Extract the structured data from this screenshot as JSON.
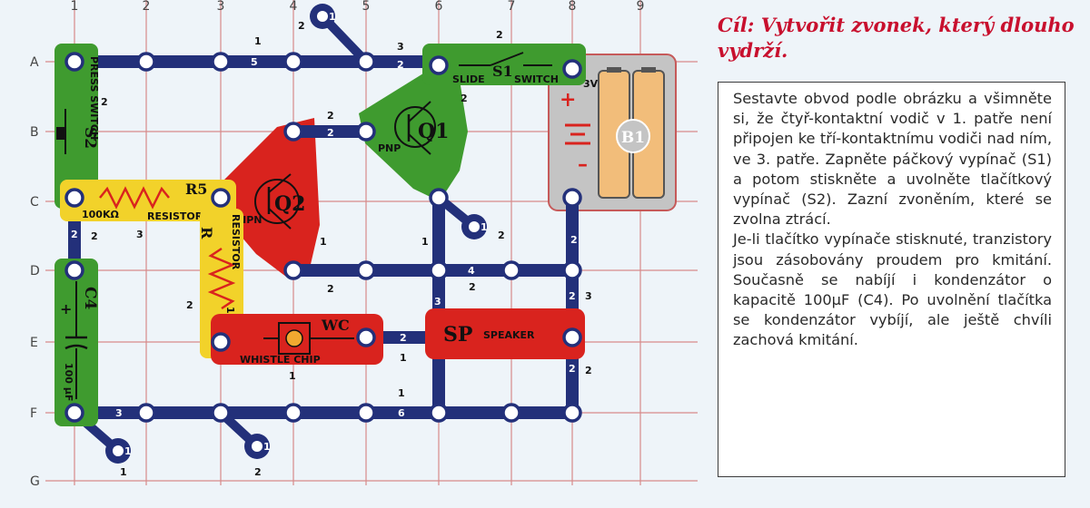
{
  "grid": {
    "columns": [
      "1",
      "2",
      "3",
      "4",
      "5",
      "6",
      "7",
      "8",
      "9"
    ],
    "rows": [
      "A",
      "B",
      "C",
      "D",
      "E",
      "F",
      "G"
    ]
  },
  "components": {
    "s2": {
      "label": "S2",
      "text": "PRESS SWITCH"
    },
    "s1": {
      "label": "S1",
      "text_left": "SLIDE",
      "text_right": "SWITCH"
    },
    "q1": {
      "label": "Q1",
      "type": "PNP"
    },
    "q2": {
      "label": "Q2",
      "type": "NPN"
    },
    "r5": {
      "label": "R5",
      "value": "100KΩ",
      "text": "RESISTOR"
    },
    "r": {
      "label": "R",
      "value": "1KΩ",
      "text": "RESISTOR"
    },
    "c4": {
      "label": "C4",
      "value": "100 µF",
      "plus": "+"
    },
    "wc": {
      "label": "WC",
      "text": "WHISTLE CHIP"
    },
    "sp": {
      "label": "SP",
      "text": "SPEAKER"
    },
    "b1": {
      "label": "B1",
      "voltage": "3V",
      "plus": "+",
      "minus": "–"
    },
    "jumper": "1"
  },
  "wire_numbers": {
    "a5": "5",
    "a1": "1",
    "a3": "3",
    "a2a": "2",
    "s1lvl": "2",
    "b2": "2",
    "b2b": "2",
    "b1": "2",
    "v2a": "2",
    "v2b": "2",
    "c4lvl": "2",
    "d4": "4",
    "d2": "2",
    "d2b": "2",
    "q2lvl": "1",
    "r1": "1",
    "r3": "3",
    "r2": "2",
    "rlvl": "2",
    "e2": "2",
    "e1": "1",
    "e3": "3",
    "e3b": "3",
    "v22a": "2",
    "v22b": "2",
    "v2c": "2",
    "f3": "3",
    "f6": "6",
    "f1a": "1",
    "f1b": "1",
    "g1": "1",
    "g2": "2",
    "top2": "2",
    "q1b": "2"
  },
  "goal": "Cíl: Vytvořit zvonek, který dlouho vydrží.",
  "description": {
    "p1": "Sestavte obvod podle obrázku a všimněte si, že čtyř-kontaktní vodič v 1. patře není připojen ke tří-kontaktnímu vodiči nad ním, ve 3. patře. Zapněte páčkový vypínač (S1) a potom stiskněte a uvolněte tlačítkový vypínač (S2). Zazní zvoněním, které se zvolna ztrácí.",
    "p2": "Je-li tlačítko vypínače stisknuté, tranzistory jsou zásobovány proudem pro kmitání. Současně se nabíjí i kondenzátor o kapacitě 100µF (C4). Po uvolnění tlačítka se kondenzátor vybíjí, ale ještě chvíli zachová kmitání."
  },
  "colors": {
    "background": "#eef4f9",
    "grid_line": "#d78a8a",
    "wire": "#23307a",
    "green": "#3f9b2f",
    "red": "#d9231e",
    "yellow": "#f2d22a",
    "battery_frame": "#c4c4c4",
    "cell": "#f2bd7a",
    "goal_text": "#c8102e"
  }
}
